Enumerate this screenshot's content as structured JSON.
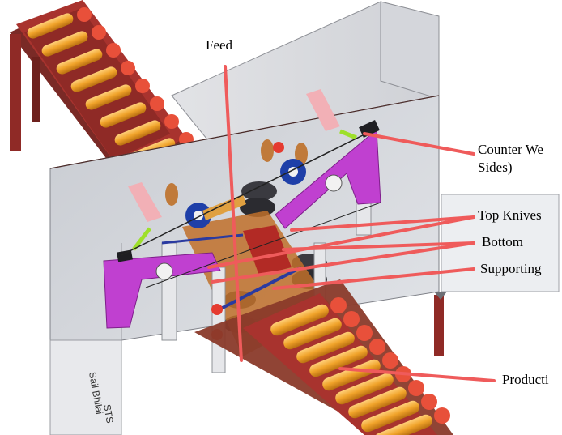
{
  "labels": {
    "feed": "Feed",
    "counter_weights_line1": "Counter We",
    "counter_weights_line2": "Sides)",
    "top_knives": "Top Knives",
    "bottom": "Bottom",
    "supporting": "Supporting",
    "production": "Producti"
  },
  "plate_text": {
    "line1": "Sail Bhilai",
    "line2": "STS"
  },
  "colors": {
    "roller": "#f0a32a",
    "conveyor_frame": "#a8332e",
    "sprocket": "#e8503a",
    "arm": "#c040d0",
    "leader": "#ef5b5b",
    "panel": "#d9dbe0"
  }
}
